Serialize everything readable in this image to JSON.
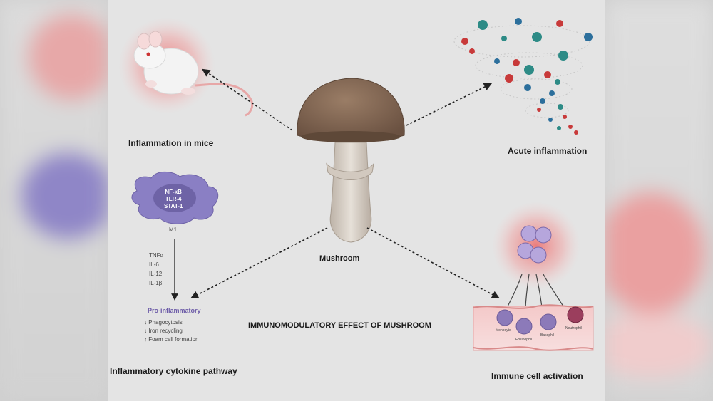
{
  "diagram": {
    "title": "IMMUNOMODULATORY EFFECT OF MUSHROOM",
    "center_label": "Mushroom",
    "nodes": {
      "mice": "Inflammation in mice",
      "acute": "Acute inflammation",
      "cytokine": "Inflammatory cytokine pathway",
      "immune": "Immune cell activation"
    },
    "macrophage": {
      "markers": [
        "NF-κB",
        "TLR-4",
        "STAT-1"
      ],
      "type": "M1",
      "cytokines": [
        "TNFα",
        "IL-6",
        "IL-12",
        "IL-1β"
      ],
      "state": "Pro-inflammatory",
      "effects": [
        "↓ Phagocytosis",
        "↓ Iron recycling",
        "↑ Foam cell formation"
      ]
    },
    "immune_cells": [
      "Monocyte",
      "Eosinophil",
      "Basophil",
      "Neutrophil"
    ]
  },
  "colors": {
    "cap": "#7a604c",
    "stem": "#d7cfc6",
    "macrophage": "#8a7fc4",
    "cell_purple": "#8c7ab9",
    "glow": "#ec6a6a",
    "teal": "#2d8b86",
    "red": "#c83a3a",
    "blue": "#2c6f9c"
  }
}
